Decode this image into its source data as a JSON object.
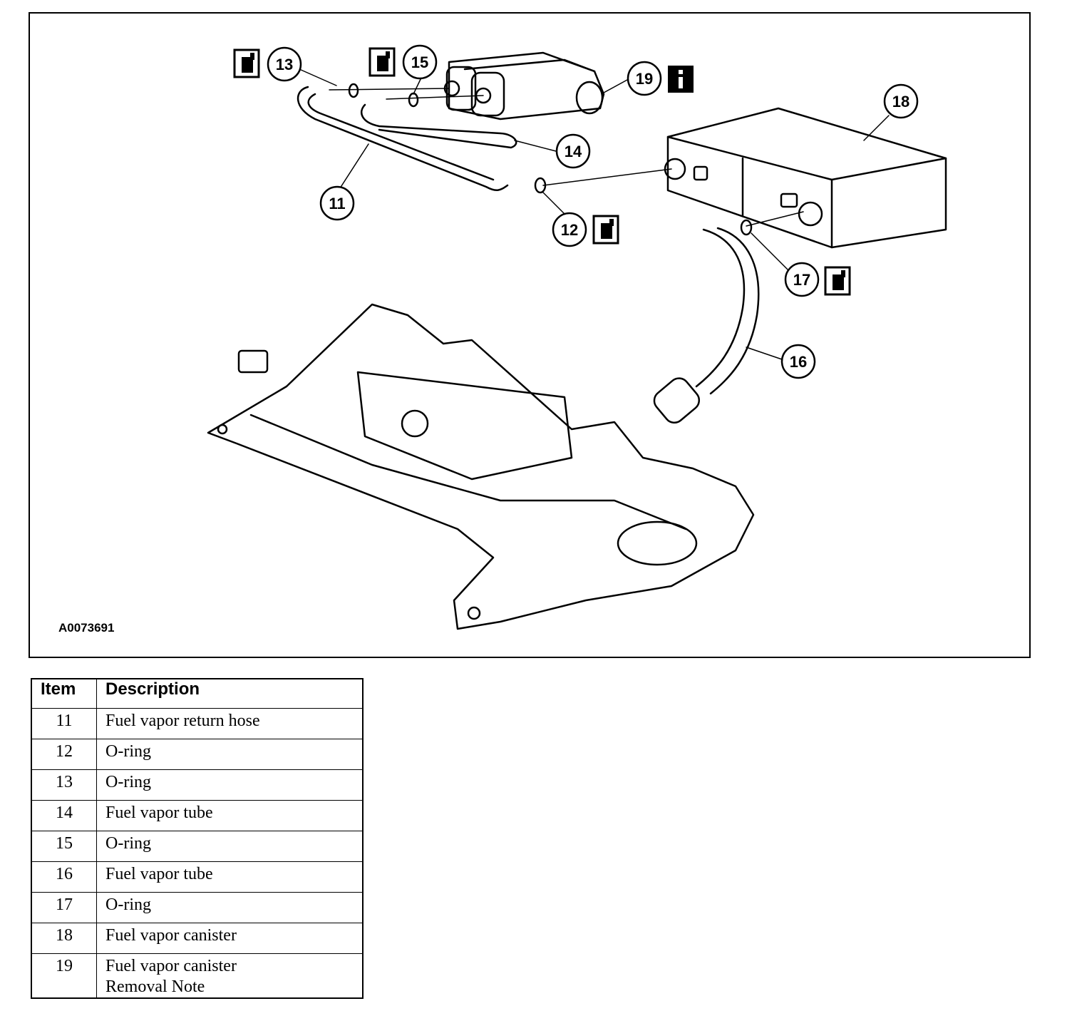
{
  "figure": {
    "code": "A0073691",
    "callouts": [
      {
        "id": "11"
      },
      {
        "id": "12"
      },
      {
        "id": "13"
      },
      {
        "id": "14"
      },
      {
        "id": "15"
      },
      {
        "id": "16"
      },
      {
        "id": "17"
      },
      {
        "id": "18"
      },
      {
        "id": "19"
      }
    ],
    "icon_notes": {
      "13": "new-part-icon",
      "15": "new-part-icon",
      "12": "new-part-icon",
      "17": "new-part-icon",
      "19": "info-icon"
    }
  },
  "table": {
    "headers": {
      "item": "Item",
      "description": "Description"
    },
    "rows": [
      {
        "item": "11",
        "description": "Fuel vapor return hose"
      },
      {
        "item": "12",
        "description": "O-ring"
      },
      {
        "item": "13",
        "description": "O-ring"
      },
      {
        "item": "14",
        "description": "Fuel vapor tube"
      },
      {
        "item": "15",
        "description": "O-ring"
      },
      {
        "item": "16",
        "description": "Fuel vapor tube"
      },
      {
        "item": "17",
        "description": "O-ring"
      },
      {
        "item": "18",
        "description": "Fuel vapor canister"
      },
      {
        "item": "19",
        "description": "Fuel vapor canister",
        "description2": "Removal Note"
      }
    ]
  }
}
